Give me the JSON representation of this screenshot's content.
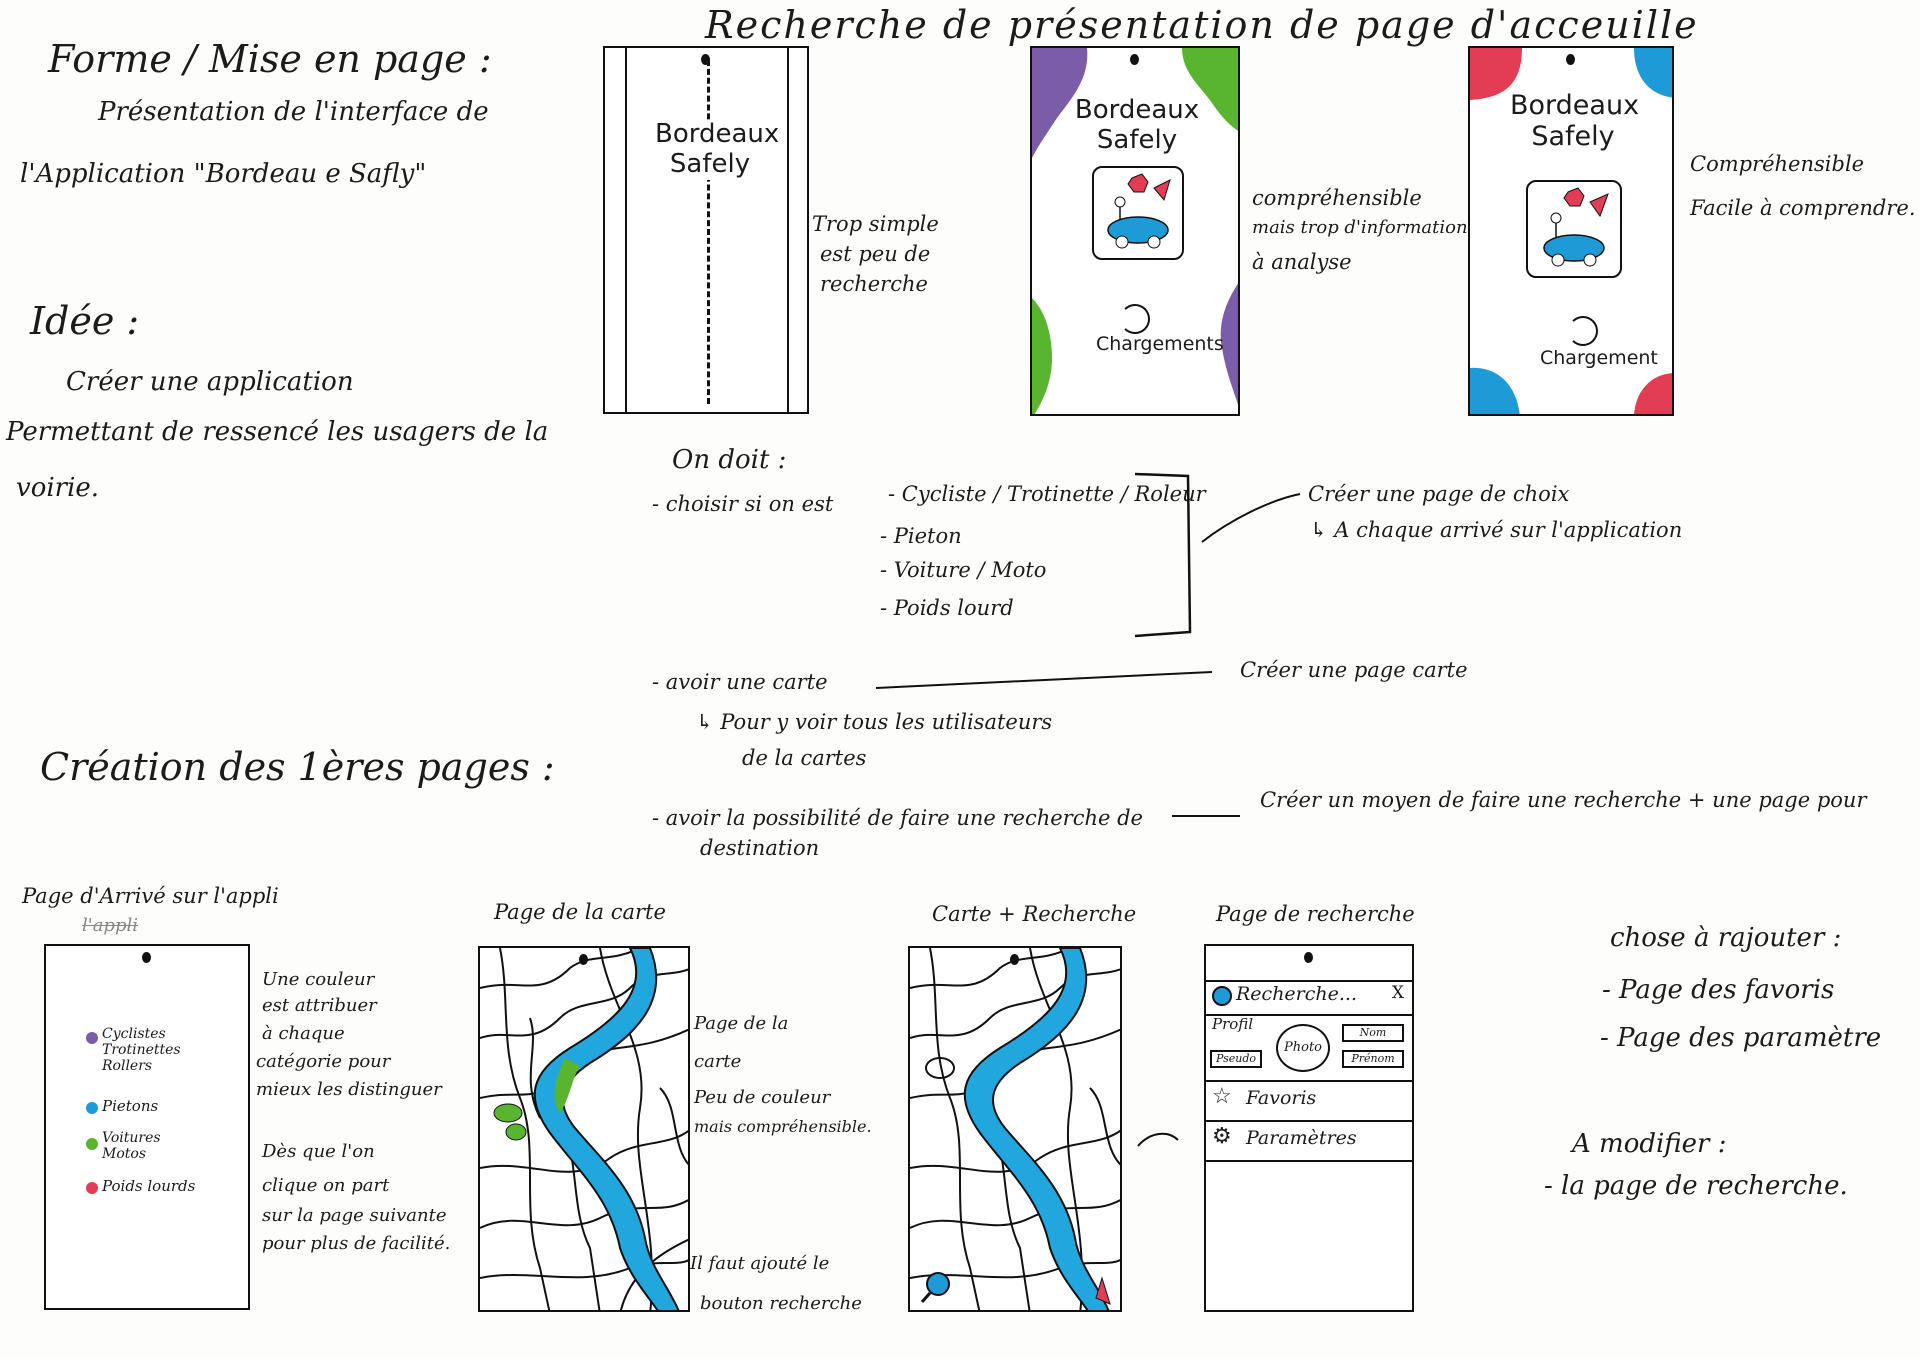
{
  "heading_left": "Forme / Mise en page :",
  "subtitle_line1": "Présentation de l'interface de",
  "subtitle_line2": "l'Application \"Bordeau e Safly\"",
  "idea_title": "Idée :",
  "idea_line1": "Créer une application",
  "idea_line2": "Permettant de ressencé les usagers de la",
  "idea_line3": "voirie.",
  "top_title": "Recherche de présentation de page d'acceuille",
  "app_name_1": "Bordeaux Safely",
  "app_name_2": "Bordeaux Safely",
  "app_name_3": "Bordeaux Safely",
  "loading_2": "Chargements",
  "loading_3": "Chargement",
  "comment_1": [
    "Trop simple",
    "est peu de",
    "recherche"
  ],
  "comment_2": [
    "compréhensible",
    "mais trop d'information",
    "à analyse"
  ],
  "comment_3": [
    "Compréhensible",
    "Facile à comprendre."
  ],
  "ondoit": {
    "title": "On doit :",
    "item1": "- choisir si on est",
    "opt1": "- Cycliste / Trotinette / Roleur",
    "opt2": "- Pieton",
    "opt3": "- Voiture / Moto",
    "opt4": "- Poids lourd",
    "res1a": "Créer une page de choix",
    "res1b": "↳ A chaque arrivé sur l'application",
    "item2": "- avoir une carte",
    "item2b": "↳ Pour y voir tous les utilisateurs",
    "item2c": "de la cartes",
    "res2": "Créer une page carte",
    "item3": "- avoir la possibilité de faire une recherche de",
    "item3b": "destination",
    "res3": "Créer un moyen de faire une recherche + une page pour"
  },
  "creation_title": "Création des 1ères pages :",
  "page1": {
    "title": "Page d'Arrivé sur l'appli",
    "title_crossed": "l'appli",
    "legend": [
      {
        "label": "Cyclistes Trotinettes Rollers",
        "color": "#7b5ca8"
      },
      {
        "label": "Pietons",
        "color": "#1e9bd6"
      },
      {
        "label": "Voitures Motos",
        "color": "#59b52f"
      },
      {
        "label": "Poids lourds",
        "color": "#e23d55"
      }
    ],
    "note1": [
      "Une couleur",
      "est attribuer",
      "à chaque",
      "catégorie pour",
      "mieux les distinguer"
    ],
    "note2": [
      "Dès que l'on",
      "clique on part",
      "sur la page suivante",
      "pour plus de facilité."
    ]
  },
  "page2": {
    "title": "Page de la carte",
    "note1": [
      "Page de la",
      "carte",
      "Peu de couleur",
      "mais compréhensible."
    ],
    "note2": [
      "Il faut ajouté le",
      "bouton recherche"
    ]
  },
  "page3": {
    "title": "Carte + Recherche"
  },
  "page4": {
    "title": "Page de recherche",
    "search": "Recherche...",
    "close": "X",
    "profil": "Profil",
    "pseudo": "Pseudo",
    "photo": "Photo",
    "nom": "Nom",
    "prenom": "Prénom",
    "favoris": "Favoris",
    "parametres": "Paramètres"
  },
  "todo": {
    "title": "chose à rajouter :",
    "item1": "- Page des favoris",
    "item2": "- Page des paramètre",
    "modify_title": "A modifier :",
    "modify1": "- la page de recherche."
  },
  "colors": {
    "purple": "#7b5ca8",
    "green": "#59b52f",
    "red": "#e23d55",
    "blue": "#1e9bd6",
    "river": "#22a6de"
  }
}
